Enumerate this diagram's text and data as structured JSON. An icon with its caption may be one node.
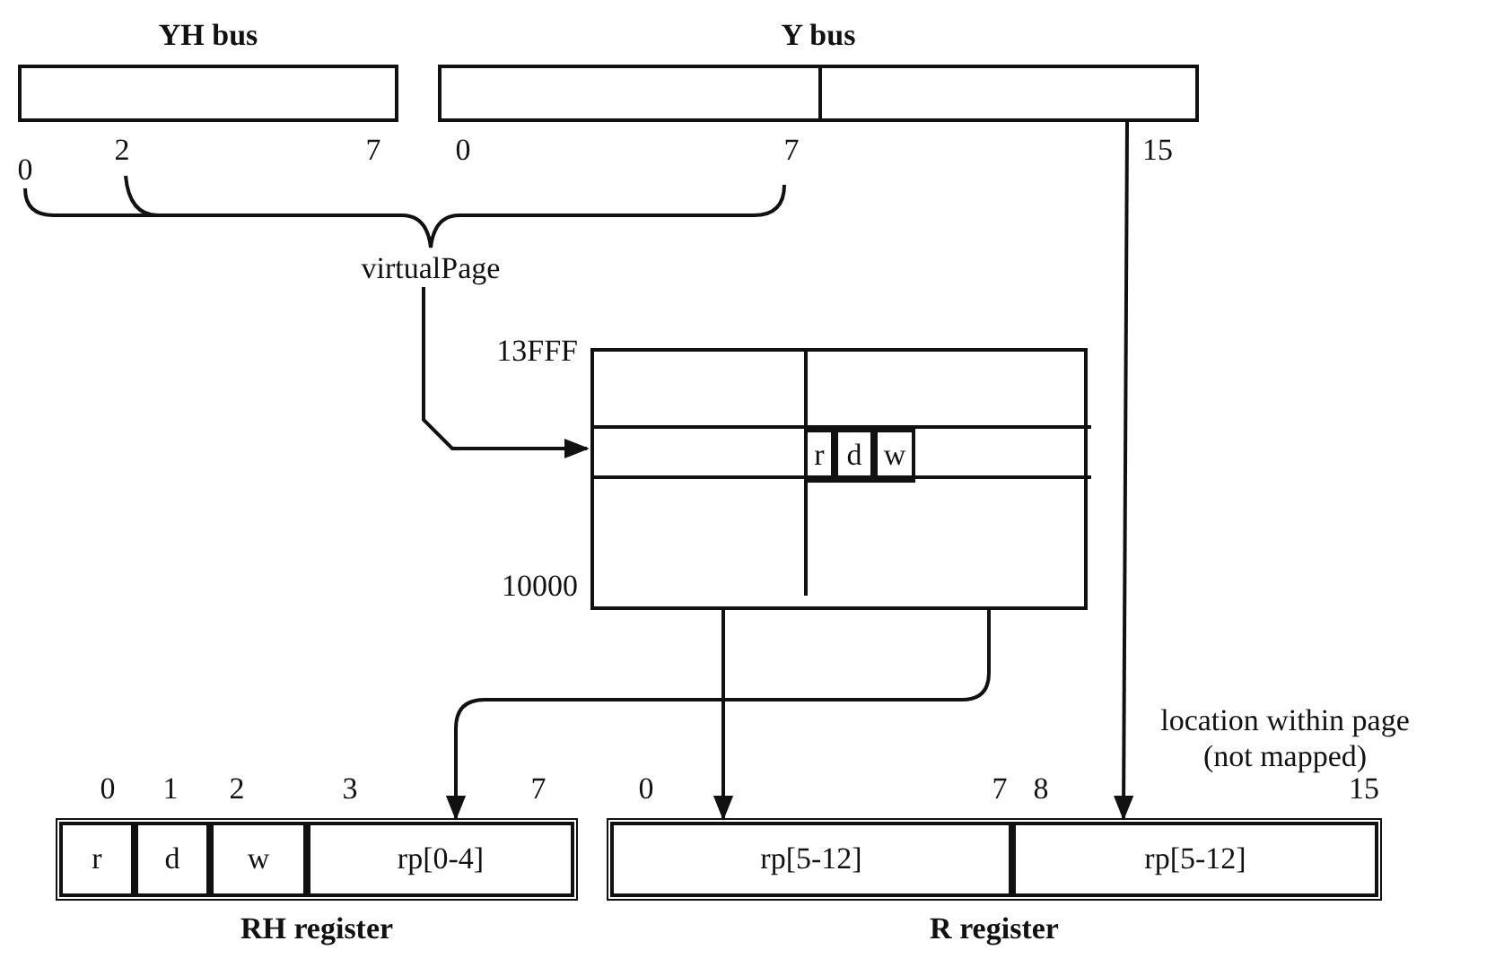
{
  "diagram": {
    "nodes": [
      {
        "text": [
          "YH bus"
        ]
      },
      {
        "text": [
          "Y bus"
        ]
      },
      {
        "text": [
          "virtualPage"
        ]
      },
      {
        "text": [],
        "shape": "box",
        "beside": [
          "13FFF",
          "10000"
        ]
      },
      {
        "text": [],
        "shape": "box",
        "in": 3
      },
      {
        "text": [
          "r"
        ],
        "in": 4
      },
      {
        "text": [
          "d"
        ],
        "in": 4
      },
      {
        "text": [
          "w"
        ],
        "in": 4
      },
      {
        "text": [
          "RH register"
        ]
      },
      {
        "text": [
          "r"
        ],
        "in": 8
      },
      {
        "text": [
          "d"
        ],
        "in": 8
      },
      {
        "text": [
          "w"
        ],
        "in": 8
      },
      {
        "text": [
          "rp[0-4]"
        ],
        "in": 8
      },
      {
        "text": [
          "R register"
        ]
      },
      {
        "text": [
          "rp[5-12]"
        ],
        "in": 13
      },
      {
        "text": [
          "rp[5-12]"
        ],
        "in": 13
      }
    ],
    "edges": [
      {
        "from": 2,
        "to": 4,
        "arrow": "to"
      },
      {
        "from": 3,
        "to": 12,
        "arrow": "to"
      },
      {
        "from": 3,
        "to": 14,
        "arrow": "to"
      },
      {
        "from": 1,
        "to": 15,
        "arrow": "to",
        "label": "location within page (not mapped)"
      }
    ],
    "labels": [
      "0",
      "2",
      "7",
      "0",
      "7",
      "15",
      "0",
      "1",
      "2",
      "3",
      "7",
      "0",
      "7",
      "8",
      "15"
    ]
  }
}
